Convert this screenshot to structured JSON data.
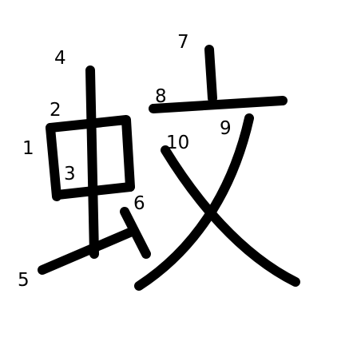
{
  "character": "蚊",
  "stroke_color": "#000000",
  "background_color": "#ffffff",
  "stroke_numbers": [
    "1",
    "2",
    "3",
    "4",
    "5",
    "6",
    "7",
    "8",
    "9",
    "10"
  ]
}
